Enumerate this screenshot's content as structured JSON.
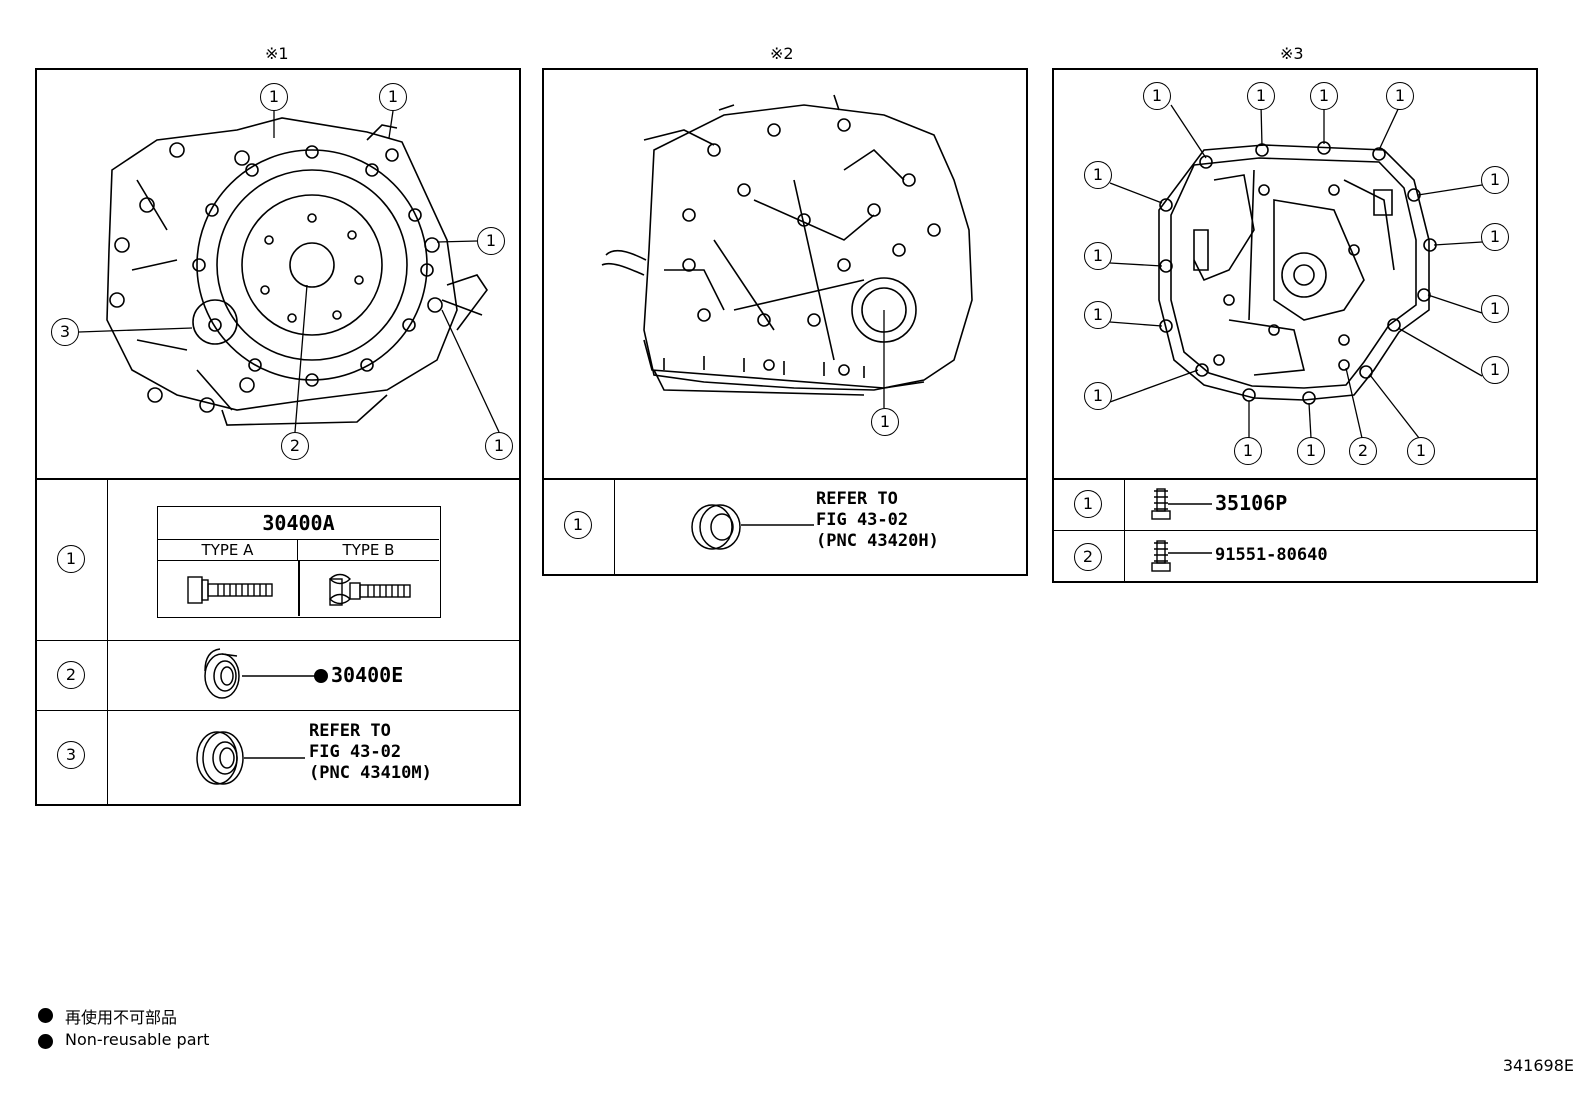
{
  "panels": {
    "p1": {
      "header": "※1"
    },
    "p2": {
      "header": "※2"
    },
    "p3": {
      "header": "※3"
    }
  },
  "callouts": {
    "one": "1",
    "two": "2",
    "three": "3"
  },
  "p1_table": {
    "row1": {
      "num": "1",
      "part": "30400A",
      "type_a": "TYPE A",
      "type_b": "TYPE B"
    },
    "row2": {
      "num": "2",
      "part": "30400E"
    },
    "row3": {
      "num": "3",
      "ref_line1": "REFER TO",
      "ref_line2": "FIG 43-02",
      "ref_line3": "(PNC 43410M)"
    }
  },
  "p2_table": {
    "row1": {
      "num": "1",
      "ref_line1": "REFER TO",
      "ref_line2": "FIG 43-02",
      "ref_line3": "(PNC 43420H)"
    }
  },
  "p3_table": {
    "row1": {
      "num": "1",
      "part": "35106P"
    },
    "row2": {
      "num": "2",
      "part": "91551-80640"
    }
  },
  "legend": {
    "line1": "再使用不可部品",
    "line2": "Non-reusable part"
  },
  "diagram_id": "341698E"
}
